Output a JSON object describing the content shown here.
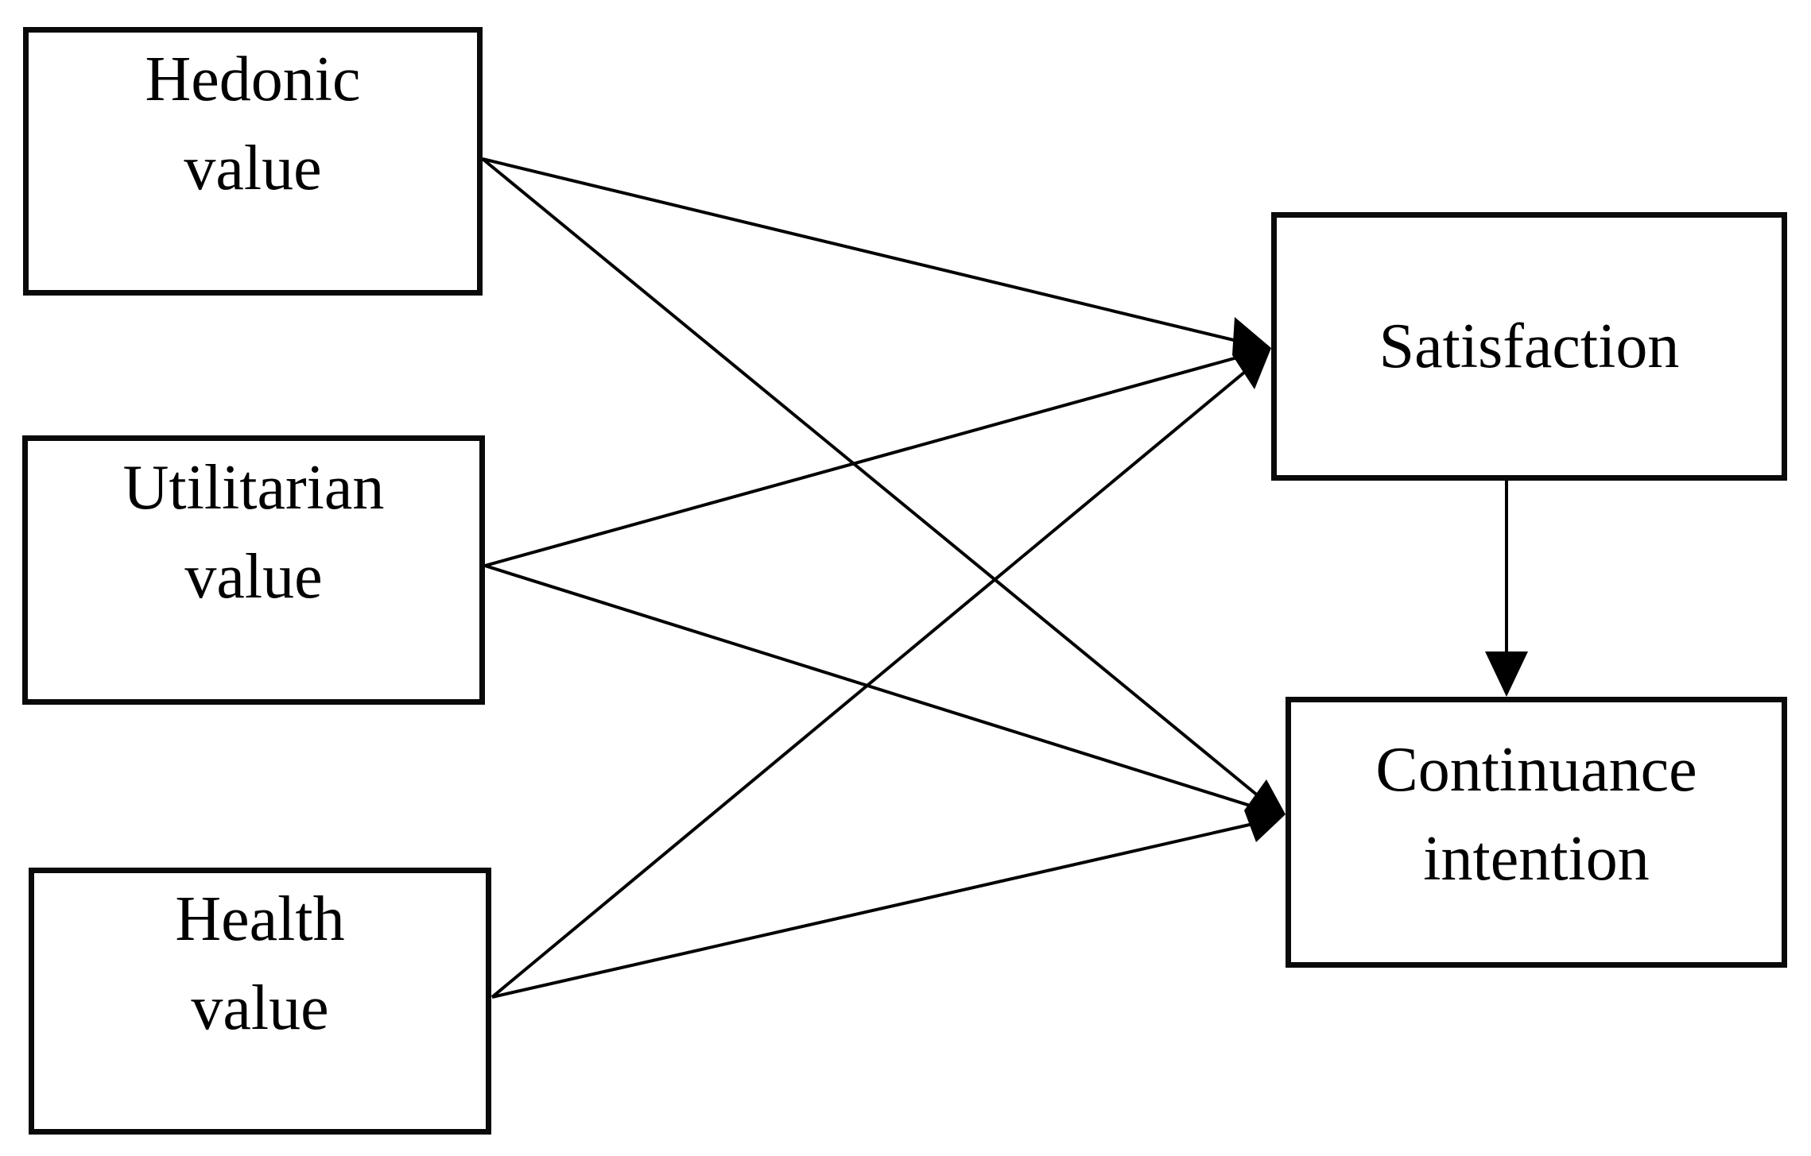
{
  "diagram": {
    "type": "path-diagram",
    "background_color": "#ffffff",
    "stroke_color": "#000000",
    "arrow_style": "filled-black-arrowhead",
    "nodes": {
      "hedonic": {
        "line1": "Hedonic",
        "line2": "value"
      },
      "utilitarian": {
        "line1": "Utilitarian",
        "line2": "value"
      },
      "health": {
        "line1": "Health",
        "line2": "value"
      },
      "satisfaction": {
        "line1": "Satisfaction"
      },
      "continuance": {
        "line1": "Continuance",
        "line2": "intention"
      }
    },
    "edges": [
      {
        "from": "hedonic",
        "to": "satisfaction"
      },
      {
        "from": "hedonic",
        "to": "continuance-intention"
      },
      {
        "from": "utilitarian",
        "to": "satisfaction"
      },
      {
        "from": "utilitarian",
        "to": "continuance-intention"
      },
      {
        "from": "health",
        "to": "satisfaction"
      },
      {
        "from": "health",
        "to": "continuance-intention"
      },
      {
        "from": "satisfaction",
        "to": "continuance-intention"
      }
    ]
  }
}
